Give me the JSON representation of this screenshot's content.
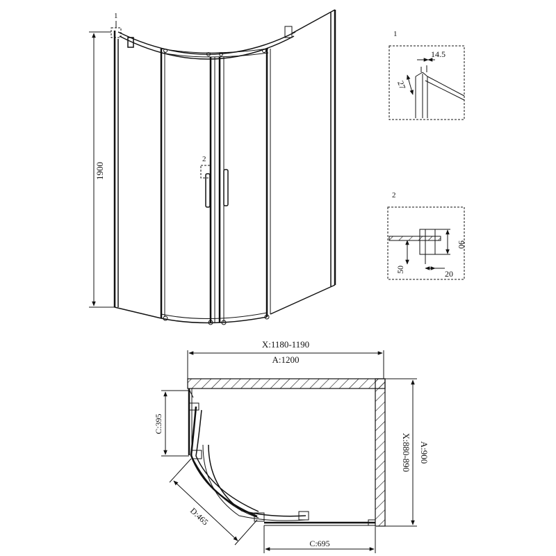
{
  "elevation": {
    "height_label": "1900",
    "callout_1": "1",
    "callout_2": "2"
  },
  "detail_1": {
    "title": "1",
    "dim_a": "14.5",
    "dim_b": "27"
  },
  "detail_2": {
    "title": "2",
    "dim_a": "90",
    "dim_b": "50",
    "dim_c": "20"
  },
  "plan": {
    "width_range": "X:1180-1190",
    "width_nominal": "A:1200",
    "depth_range": "X:880-890",
    "depth_nominal": "A:900",
    "dim_c_vertical": "C:395",
    "dim_c_horizontal": "C:695",
    "dim_d": "D:465"
  },
  "colors": {
    "line": "#111111",
    "hatch": "#111111",
    "background": "#ffffff"
  }
}
